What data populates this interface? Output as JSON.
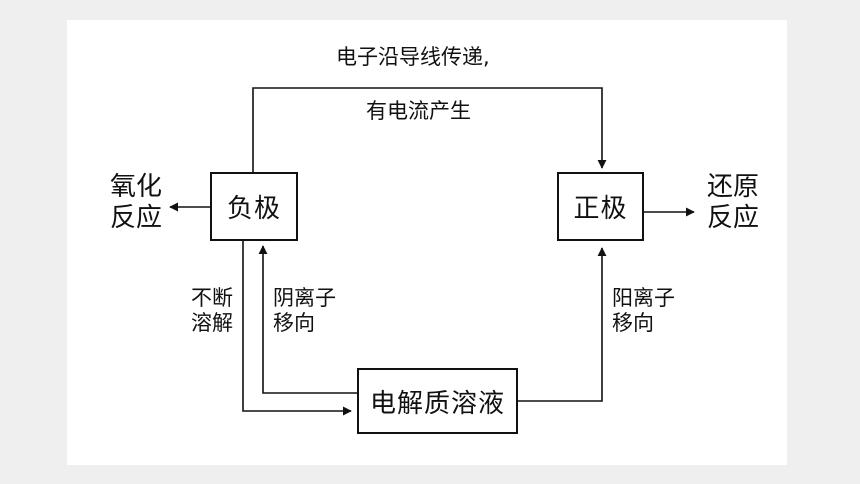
{
  "boxes": {
    "negative": "负极",
    "positive": "正极",
    "electrolyte": "电解质溶液"
  },
  "labels": {
    "electron_line1": "电子沿导线传递,",
    "electron_line2": "有电流产生",
    "oxidation_line1": "氧化",
    "oxidation_line2": "反应",
    "reduction_line1": "还原",
    "reduction_line2": "反应",
    "dissolve_line1": "不断",
    "dissolve_line2": "溶解",
    "anion_line1": "阴离子",
    "anion_line2": "移向",
    "cation_line1": "阳离子",
    "cation_line2": "移向"
  },
  "colors": {
    "background": "#efefef",
    "panel": "#ffffff",
    "ink": "#111111"
  }
}
